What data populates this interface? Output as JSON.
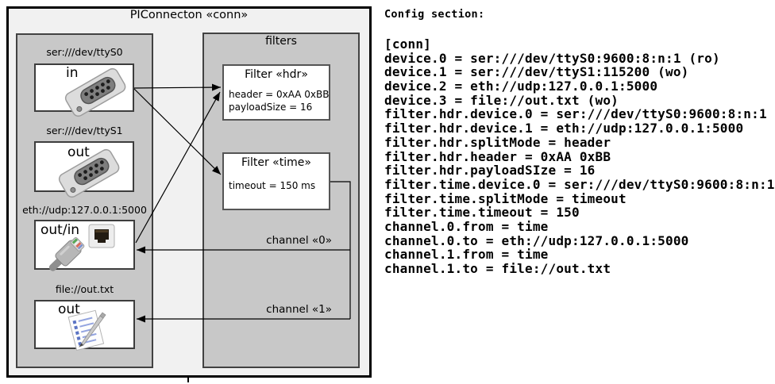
{
  "diagram": {
    "title": "PIConnecton «conn»",
    "devices_panel": {
      "devices": [
        {
          "label": "ser:///dev/ttyS0",
          "port": "in",
          "icon": "serial-connector"
        },
        {
          "label": "ser:///dev/ttyS1",
          "port": "out",
          "icon": "serial-connector"
        },
        {
          "label": "eth://udp:127.0.0.1:5000",
          "port": "out/in",
          "icon": "ethernet-connector"
        },
        {
          "label": "file://out.txt",
          "port": "out",
          "icon": "notepad"
        }
      ]
    },
    "filters_panel": {
      "title": "filters",
      "filters": [
        {
          "title": "Filter «hdr»",
          "attrs": [
            "header = 0xAA 0xBB",
            "payloadSize = 16"
          ]
        },
        {
          "title": "Filter «time»",
          "attrs": [
            "timeout = 150 ms"
          ]
        }
      ]
    },
    "channels": [
      {
        "label": "channel «0»"
      },
      {
        "label": "channel «1»"
      }
    ],
    "connections": [
      {
        "from": "ser:///dev/ttyS0 (in)",
        "to": "Filter «hdr»"
      },
      {
        "from": "eth://udp:127.0.0.1:5000 (out/in)",
        "to": "Filter «hdr»"
      },
      {
        "from": "ser:///dev/ttyS0 (in)",
        "to": "Filter «time»"
      },
      {
        "from": "Filter «time»",
        "to": "eth://udp:127.0.0.1:5000 (out/in)",
        "via": "channel «0»"
      },
      {
        "from": "Filter «time»",
        "to": "file://out.txt (out)",
        "via": "channel «1»"
      }
    ]
  },
  "config": {
    "heading": "Config section:",
    "lines": [
      "[conn]",
      "device.0 = ser:///dev/ttyS0:9600:8:n:1 (ro)",
      "device.1 = ser:///dev/ttyS1:115200 (wo)",
      "device.2 = eth://udp:127.0.0.1:5000",
      "device.3 = file://out.txt (wo)",
      "filter.hdr.device.0 = ser:///dev/ttyS0:9600:8:n:1",
      "filter.hdr.device.1 = eth://udp:127.0.0.1:5000",
      "filter.hdr.splitMode = header",
      "filter.hdr.header = 0xAA 0xBB",
      "filter.hdr.payloadSIze = 16",
      "filter.time.device.0 = ser:///dev/ttyS0:9600:8:n:1",
      "filter.time.splitMode = timeout",
      "filter.time.timeout = 150",
      "channel.0.from = time",
      "channel.0.to = eth://udp:127.0.0.1:5000",
      "channel.1.from = time",
      "channel.1.to = file://out.txt"
    ]
  },
  "colors": {
    "outer_bg": "#f1f1f1",
    "panel_bg": "#c8c8c8",
    "box_bg": "#ffffff",
    "border_dark": "#424242",
    "line": "#000000"
  }
}
